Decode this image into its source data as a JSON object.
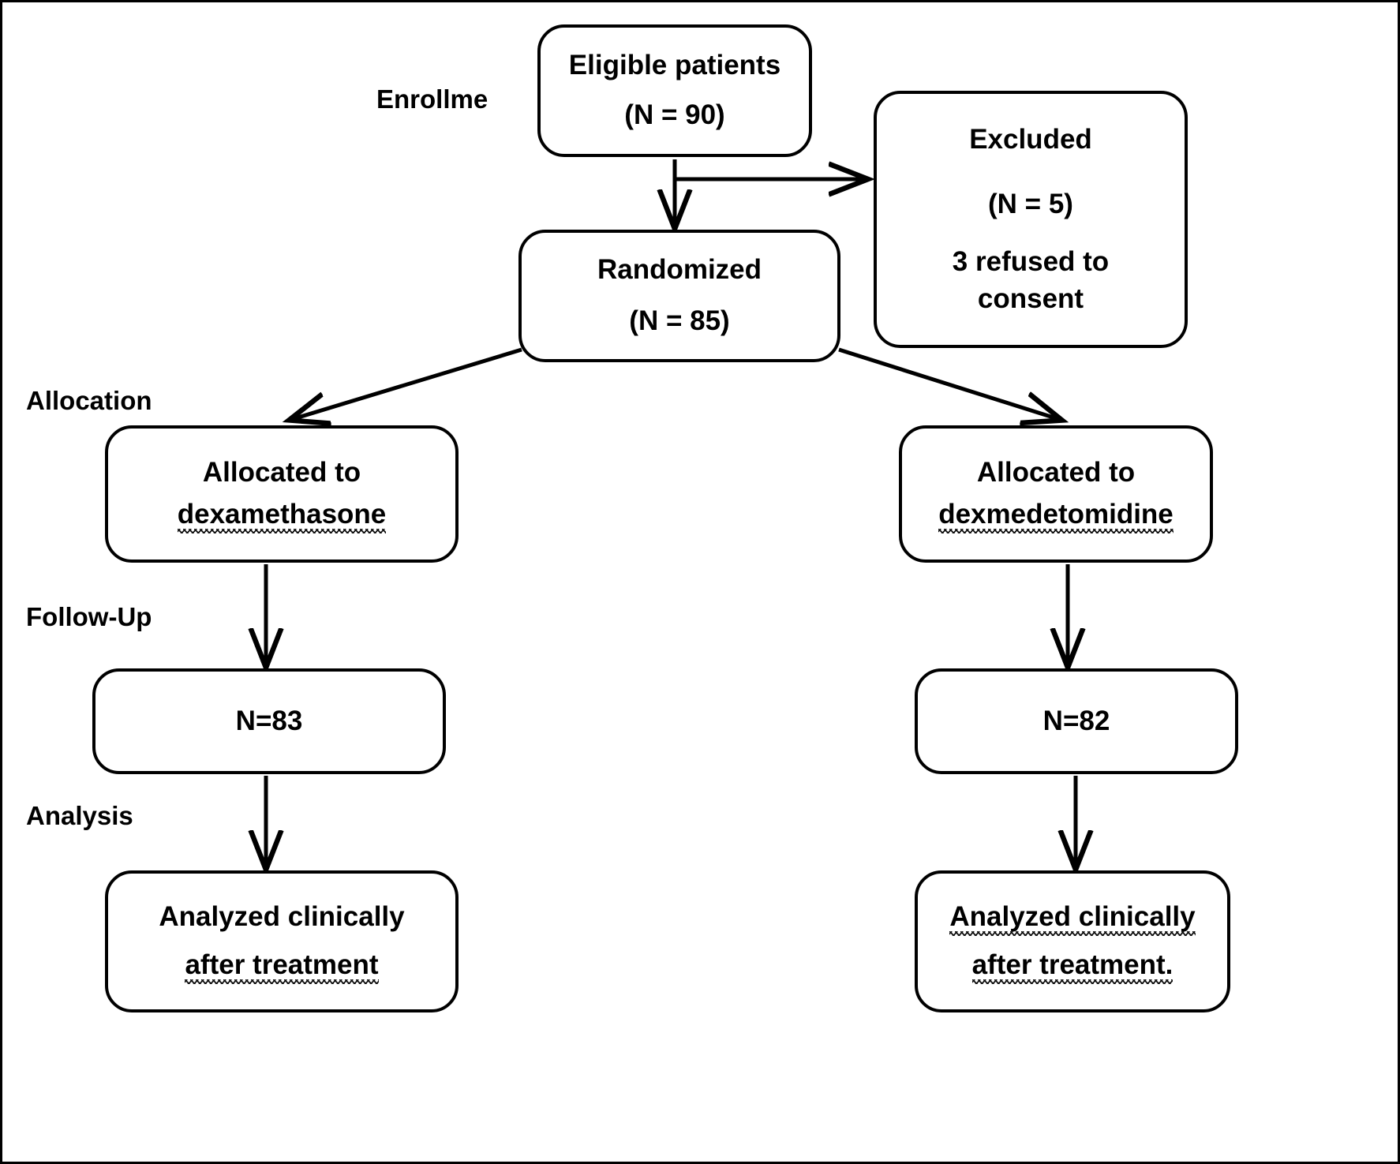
{
  "diagram": {
    "type": "consort-flow-diagram",
    "stage_labels": [
      {
        "id": "enrollment",
        "text": "Enrollme"
      },
      {
        "id": "allocation",
        "text": "Allocation"
      },
      {
        "id": "followup",
        "text": "Follow-Up"
      },
      {
        "id": "analysis",
        "text": "Analysis"
      }
    ],
    "nodes": {
      "eligible": {
        "line1": "Eligible patients",
        "line2": "(N = 90)"
      },
      "excluded": {
        "line1": "Excluded",
        "line2": "(N = 5)",
        "line3": "3 refused to",
        "line4": "consent"
      },
      "randomized": {
        "line1": "Randomized",
        "line2": "(N = 85)"
      },
      "allocated_left": {
        "line1": "Allocated to",
        "line2": "dexamethasone"
      },
      "allocated_right": {
        "line1": "Allocated to",
        "line2": "dexmedetomidine"
      },
      "followup_left": {
        "line1": "N=83"
      },
      "followup_right": {
        "line1": "N=82"
      },
      "analysis_left": {
        "line1": "Analyzed clinically",
        "line2": "after treatment"
      },
      "analysis_right": {
        "line1": "Analyzed clinically",
        "line2": "after treatment."
      }
    },
    "colors": {
      "stroke": "#000000",
      "background": "#ffffff",
      "text": "#000000",
      "border": "#000000"
    }
  }
}
